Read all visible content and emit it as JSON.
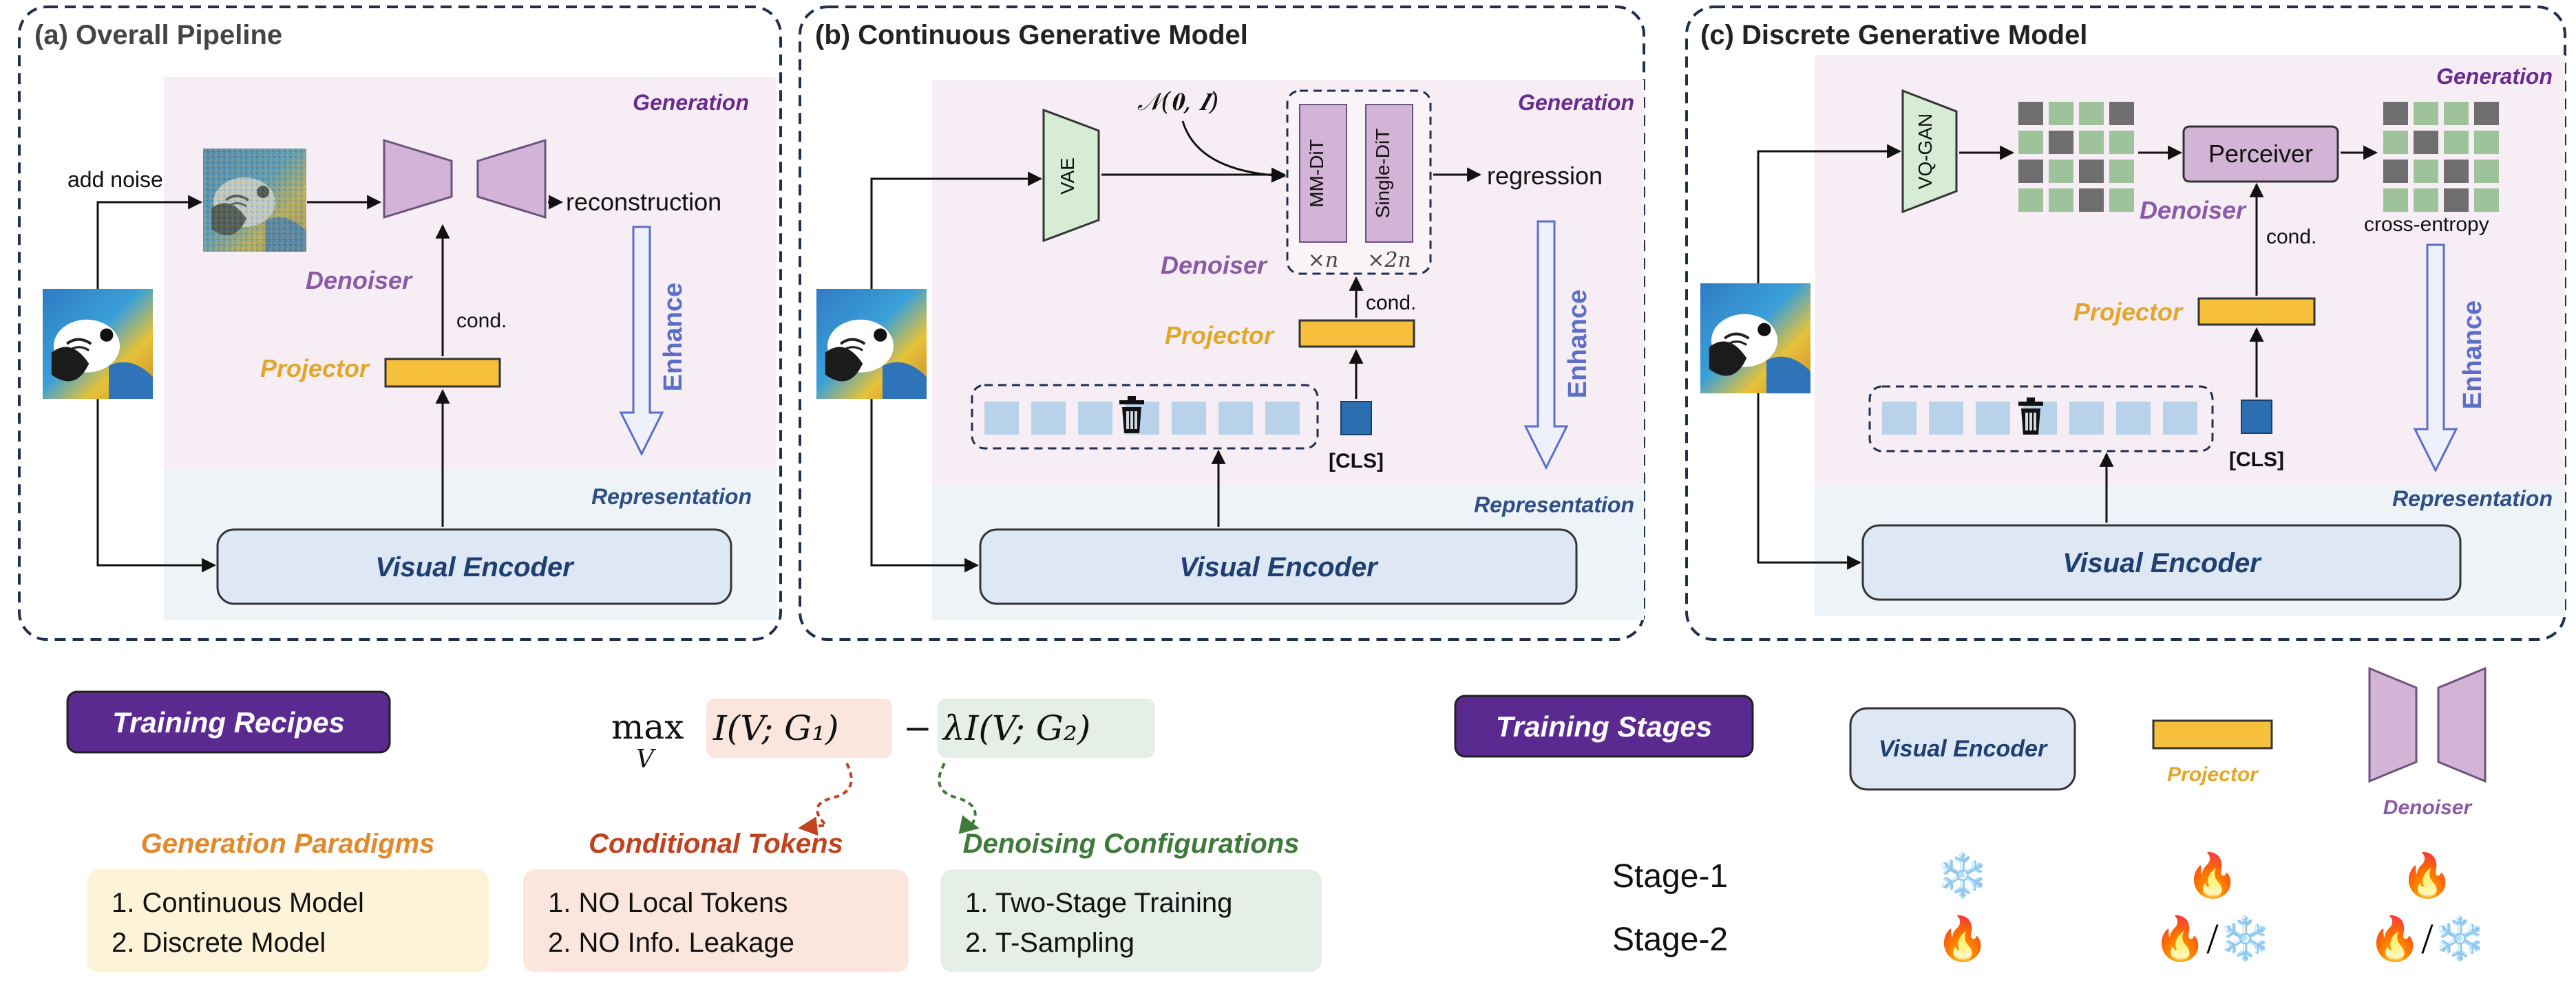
{
  "panels": {
    "a": {
      "title": "(a) Overall Pipeline",
      "generation": "Generation",
      "representation": "Representation",
      "add_noise": "add noise",
      "reconstruction": "reconstruction",
      "denoiser": "Denoiser",
      "cond": "cond.",
      "projector": "Projector",
      "enhance": "Enhance",
      "encoder": "Visual Encoder"
    },
    "b": {
      "title": "(b) Continuous Generative Model",
      "generation": "Generation",
      "representation": "Representation",
      "noise_label": "𝒩(𝟎, 𝑰)",
      "vae": "VAE",
      "mmdit": "MM-DiT",
      "singledit": "Single-DiT",
      "times_n": "×n",
      "times_2n": "×2n",
      "regression": "regression",
      "denoiser": "Denoiser",
      "cond": "cond.",
      "projector": "Projector",
      "cls": "[CLS]",
      "enhance": "Enhance",
      "encoder": "Visual Encoder"
    },
    "c": {
      "title": "(c) Discrete Generative Model",
      "generation": "Generation",
      "representation": "Representation",
      "vqgan": "VQ-GAN",
      "perceiver": "Perceiver",
      "denoiser": "Denoiser",
      "cross_entropy": "cross-entropy",
      "cond": "cond.",
      "projector": "Projector",
      "cls": "[CLS]",
      "enhance": "Enhance",
      "encoder": "Visual Encoder"
    }
  },
  "recipes": {
    "badge": "Training Recipes",
    "formula": {
      "max": "max",
      "sub": "V",
      "term1": "I(V; G₁)",
      "minus": "−",
      "term2": "λI(V; G₂)"
    },
    "columns": [
      {
        "heading": "Generation Paradigms",
        "items": [
          "1.   Continuous Model",
          "2.   Discrete Model"
        ],
        "color": "#e08a2e",
        "bg": "#fdf3d8"
      },
      {
        "heading": "Conditional Tokens",
        "items": [
          "1.   NO Local Tokens",
          "2.   NO Info. Leakage"
        ],
        "color": "#c0421f",
        "bg": "#fbe6dd"
      },
      {
        "heading": "Denoising Configurations",
        "items": [
          "1.   Two-Stage Training",
          "2.   T-Sampling"
        ],
        "color": "#3f7a3a",
        "bg": "#e6efe7"
      }
    ]
  },
  "stages": {
    "badge": "Training Stages",
    "encoder": "Visual Encoder",
    "projector": "Projector",
    "denoiser": "Denoiser",
    "rows": [
      {
        "label": "Stage-1",
        "encoder": "❄️",
        "projector": "🔥",
        "denoiser": "🔥"
      },
      {
        "label": "Stage-2",
        "encoder": "🔥",
        "projector": "🔥/❄️",
        "denoiser": "🔥/❄️"
      }
    ]
  },
  "colors": {
    "purple_badge": "#5b2a91",
    "generation_bg": "#f6eef4",
    "representation_bg": "#eef3f8",
    "encoder_fill": "#dde8f4",
    "encoder_text": "#1f3f73",
    "denoiser_fill": "#d3b3d6",
    "projector_fill": "#f6bf3c",
    "vae_fill": "#d6ecd4",
    "cls_fill": "#2c6fb0",
    "token_fill": "#b8d2ea",
    "enhance": "#5b6fc9",
    "gen_label": "#6a2a8f",
    "rep_label": "#2d4f86",
    "projector_label": "#e2a62a",
    "denoiser_label": "#8a5aa6"
  },
  "icons": [
    "parrot-image",
    "noisy-parrot-image",
    "trash-icon",
    "snowflake-icon",
    "fire-icon"
  ]
}
